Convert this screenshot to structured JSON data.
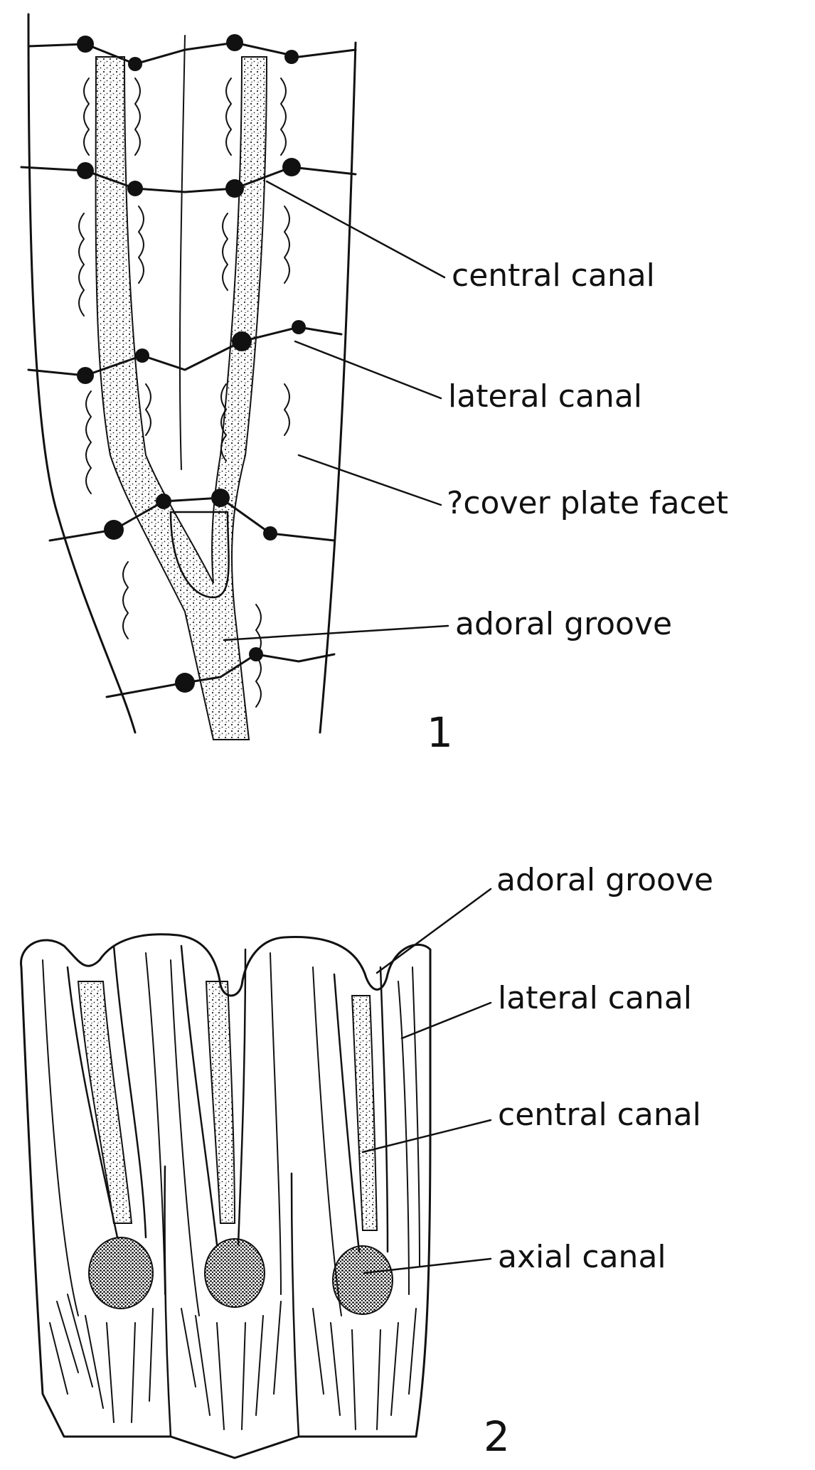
{
  "figure1": {
    "number": "1",
    "labels": {
      "central_canal": "central canal",
      "lateral_canal": "lateral canal",
      "cover_plate_facet": "?cover plate facet",
      "adoral_groove": "adoral groove"
    }
  },
  "figure2": {
    "number": "2",
    "labels": {
      "adoral_groove": "adoral groove",
      "lateral_canal": "lateral canal",
      "central_canal": "central canal",
      "axial_canal": "axial canal"
    }
  },
  "colors": {
    "ink": "#111111",
    "background": "#ffffff"
  }
}
